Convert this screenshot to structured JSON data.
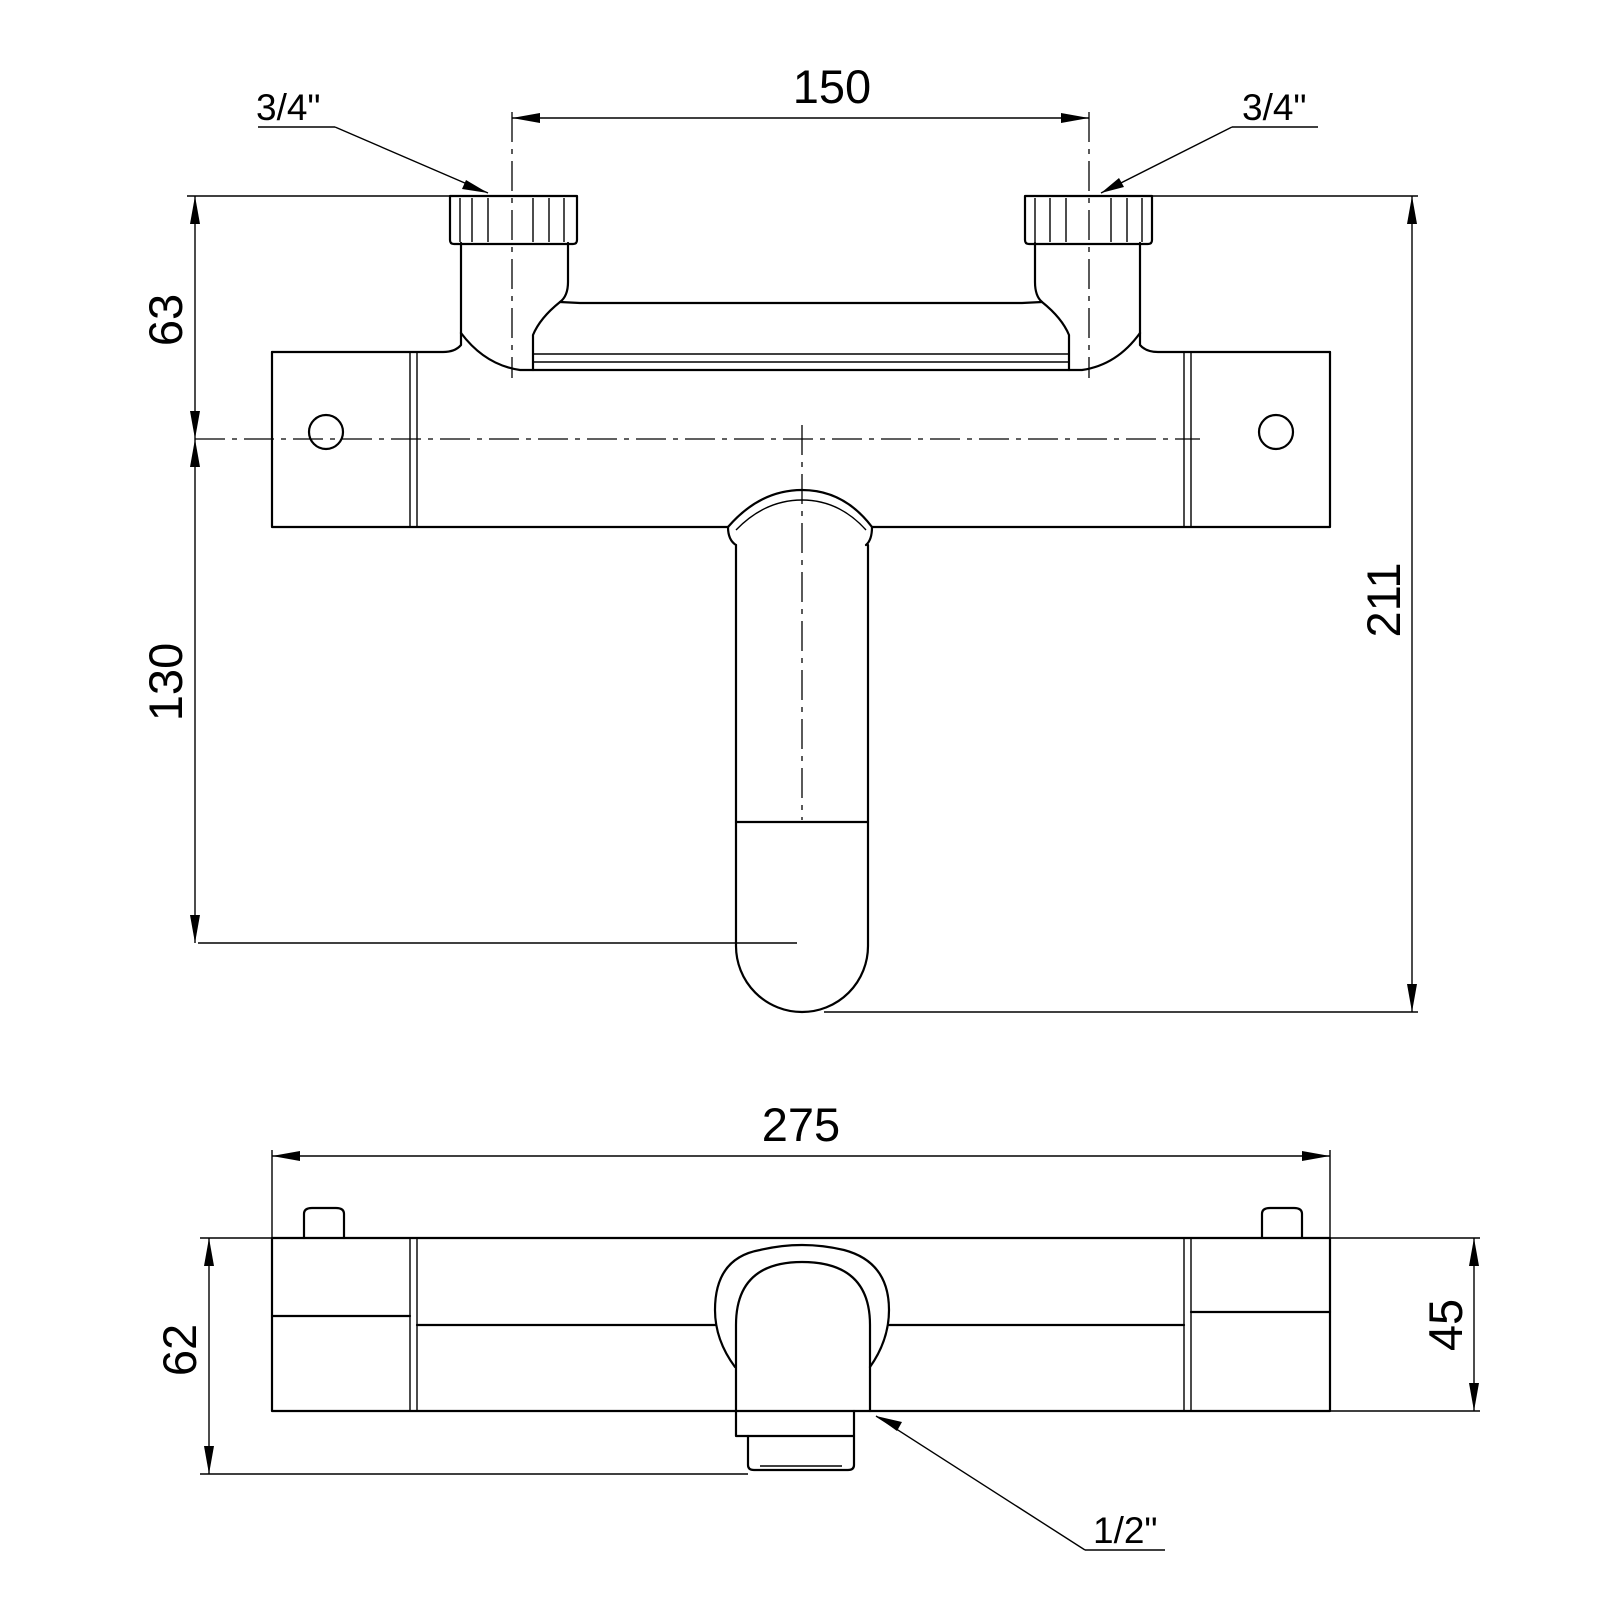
{
  "dimensions": {
    "inlet_spacing": "150",
    "top_to_axis": "63",
    "axis_to_spout": "130",
    "total_height": "211",
    "total_length": "275",
    "side_depth": "62",
    "body_depth": "45"
  },
  "threads": {
    "inlet_left": "3/4\"",
    "inlet_right": "3/4\"",
    "outlet": "1/2\""
  }
}
